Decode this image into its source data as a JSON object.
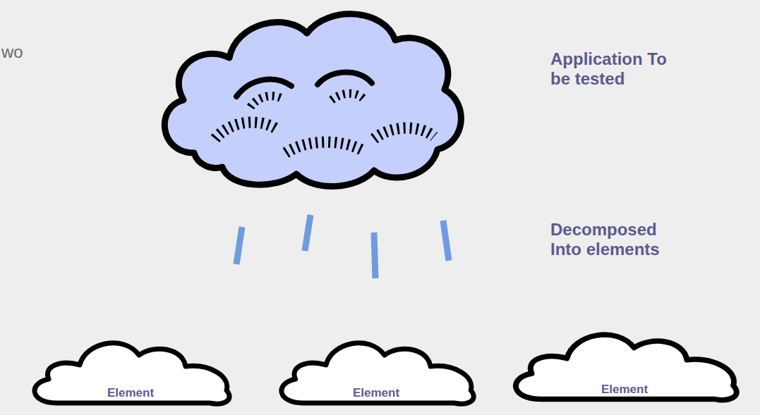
{
  "diagram": {
    "nodes": [
      {
        "text": [
          "Application To be tested"
        ]
      },
      {
        "text": [
          "Element"
        ]
      },
      {
        "text": [
          "Element"
        ]
      },
      {
        "text": [
          "Element"
        ]
      }
    ],
    "labels": [
      "wo",
      "Decomposed Into elements"
    ]
  }
}
